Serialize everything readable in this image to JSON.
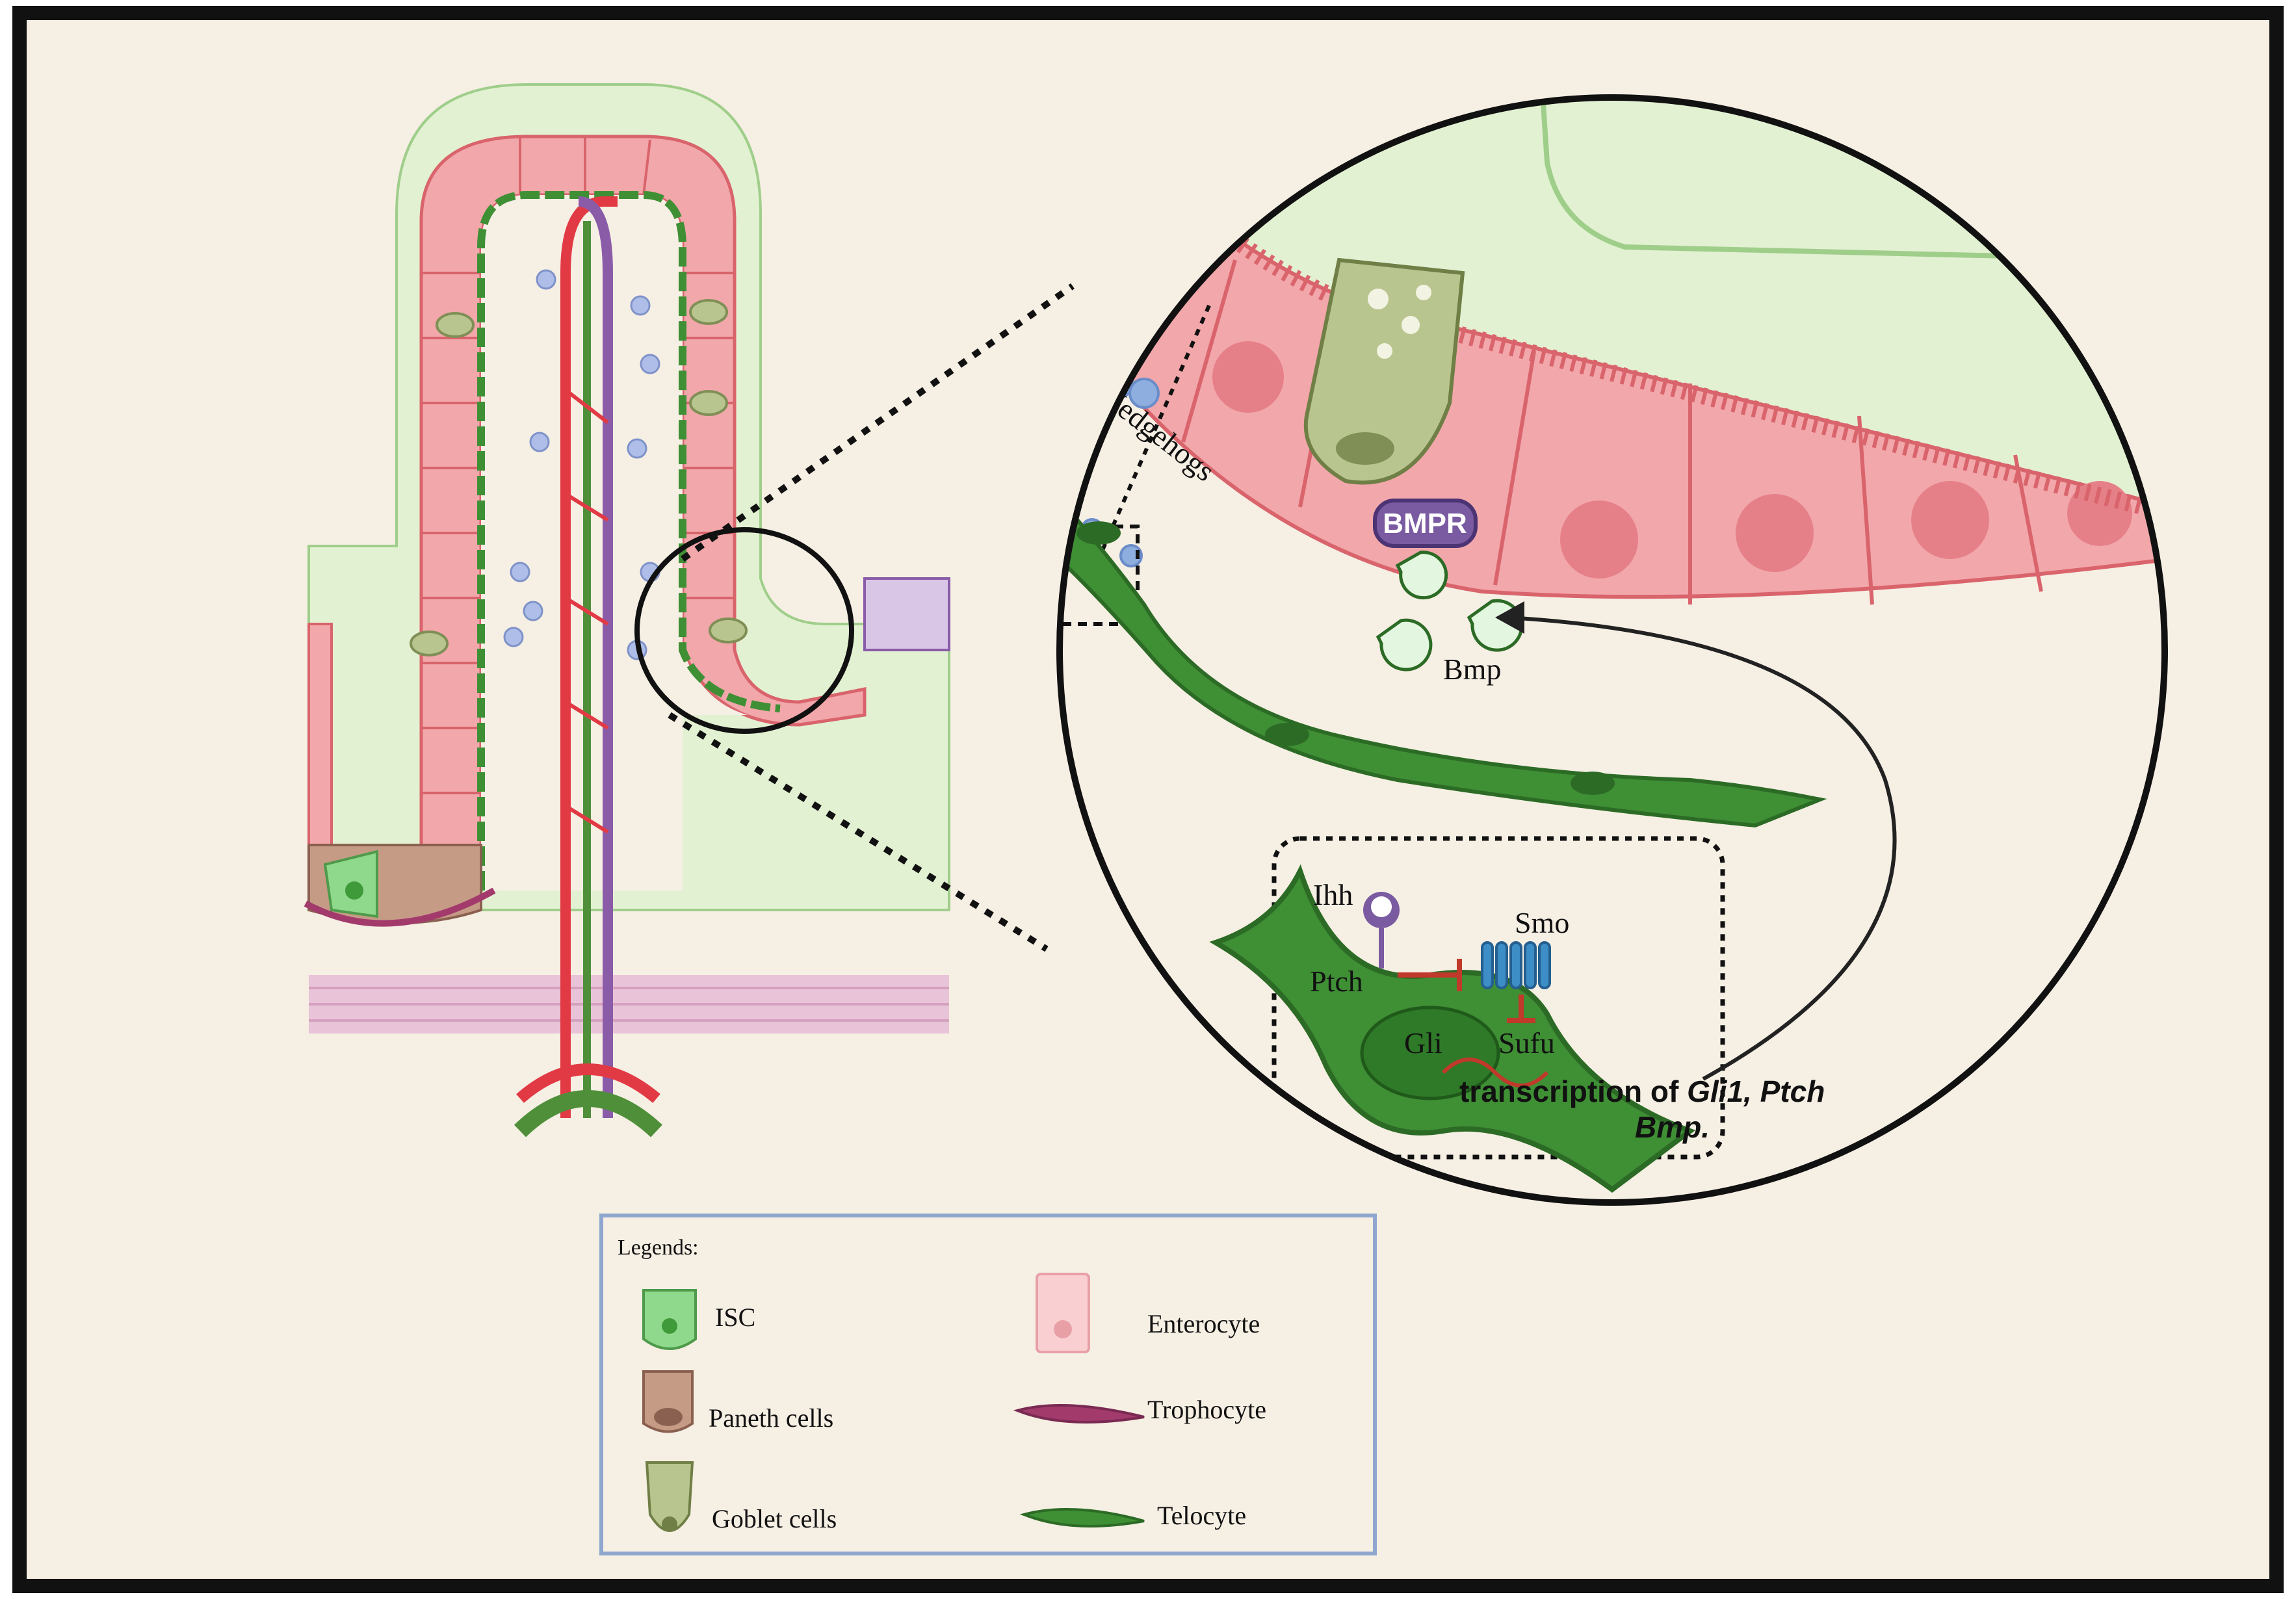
{
  "labels": {
    "hedgehogs": "Hedgehogs",
    "bmpr": "BMPR",
    "bmp": "Bmp",
    "ihh": "Ihh",
    "smo": "Smo",
    "ptch": "Ptch",
    "gli": "Gli",
    "sufu": "Sufu",
    "transcription_prefix": "transcription of ",
    "transcription_genes": "Gli1, Ptch",
    "transcription_genes_line2": "Bmp."
  },
  "legend": {
    "title": "Legends:",
    "items": [
      {
        "label": "ISC",
        "icon": "isc-cell-icon"
      },
      {
        "label": "Paneth cells",
        "icon": "paneth-cell-icon"
      },
      {
        "label": "Goblet cells",
        "icon": "goblet-cell-icon"
      },
      {
        "label": "Enterocyte",
        "icon": "enterocyte-icon"
      },
      {
        "label": "Trophocyte",
        "icon": "trophocyte-icon"
      },
      {
        "label": "Telocyte",
        "icon": "telocyte-icon"
      }
    ]
  },
  "colors": {
    "background": "#f6efe4",
    "frame": "#111111",
    "lumen": "#e3f1d3",
    "enterocyte": "#f2a7ab",
    "enterocyte_edge": "#d9646c",
    "telocyte": "#3f8f35",
    "telocyte_dark": "#2c6b25",
    "artery": "#e23a45",
    "vein": "#8a5ca8",
    "hedgehog": "#8eaee0",
    "bmpr": "#7a5aa0",
    "legend_border": "#8fa6cf"
  }
}
